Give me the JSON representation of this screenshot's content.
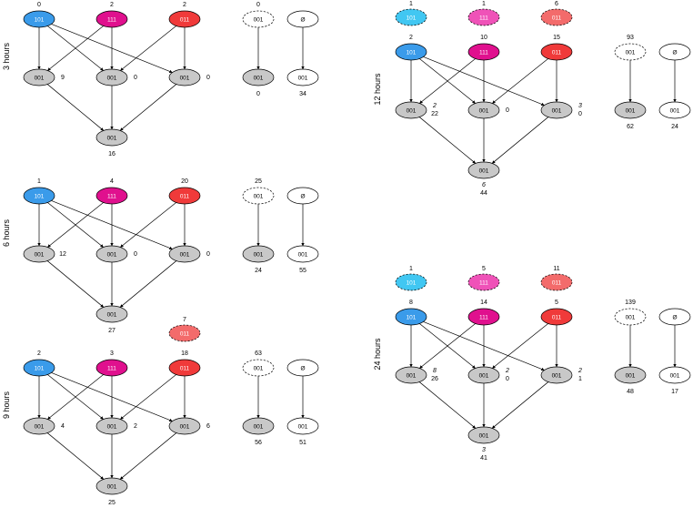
{
  "colors": {
    "blue": "#3a9bea",
    "magenta": "#e0108e",
    "red": "#f03a3a",
    "gray": "#c8c8c8",
    "white": "#ffffff",
    "cyan_light": "#41c7f2",
    "magenta_light": "#ef52b8",
    "red_light": "#f36b6b"
  },
  "node_labels": {
    "n101": "101",
    "n111": "111",
    "n011": "011",
    "n001": "001",
    "empty": "Ø"
  },
  "panels": [
    {
      "id": "3h",
      "title": "3 hours",
      "top_counts": [
        "0",
        "2",
        "2"
      ],
      "mid_counts": [
        {
          "italic": "",
          "value": "9"
        },
        {
          "italic": "",
          "value": "0"
        },
        {
          "italic": "",
          "value": "0"
        }
      ],
      "bottom": {
        "italic": "",
        "value": "16"
      },
      "side_top_counts": [
        "0",
        ""
      ],
      "side_bottom_counts": [
        "0",
        "34"
      ],
      "dashed_row": []
    },
    {
      "id": "6h",
      "title": "6 hours",
      "top_counts": [
        "1",
        "4",
        "20"
      ],
      "mid_counts": [
        {
          "italic": "",
          "value": "12"
        },
        {
          "italic": "",
          "value": "0"
        },
        {
          "italic": "",
          "value": "0"
        }
      ],
      "bottom": {
        "italic": "",
        "value": "27"
      },
      "side_top_counts": [
        "25",
        ""
      ],
      "side_bottom_counts": [
        "24",
        "55"
      ],
      "dashed_row": []
    },
    {
      "id": "9h",
      "title": "9 hours",
      "top_counts": [
        "2",
        "3",
        "18"
      ],
      "mid_counts": [
        {
          "italic": "",
          "value": "4"
        },
        {
          "italic": "",
          "value": "2"
        },
        {
          "italic": "",
          "value": "6"
        }
      ],
      "bottom": {
        "italic": "",
        "value": "25"
      },
      "side_top_counts": [
        "63",
        ""
      ],
      "side_bottom_counts": [
        "56",
        "51"
      ],
      "dashed_row": [
        {
          "count": "",
          "color": ""
        },
        {
          "count": "",
          "color": ""
        },
        {
          "count": "7",
          "color": "red_light"
        }
      ]
    },
    {
      "id": "12h",
      "title": "12 hours",
      "top_counts": [
        "2",
        "10",
        "15"
      ],
      "mid_counts": [
        {
          "italic": "2",
          "value": "22"
        },
        {
          "italic": "",
          "value": "0"
        },
        {
          "italic": "3",
          "value": "0"
        }
      ],
      "bottom": {
        "italic": "6",
        "value": "44"
      },
      "side_top_counts": [
        "93",
        ""
      ],
      "side_bottom_counts": [
        "62",
        "24"
      ],
      "dashed_row": [
        {
          "count": "1",
          "color": "cyan_light"
        },
        {
          "count": "1",
          "color": "magenta_light"
        },
        {
          "count": "6",
          "color": "red_light"
        }
      ]
    },
    {
      "id": "24h",
      "title": "24 hours",
      "top_counts": [
        "8",
        "14",
        "5"
      ],
      "mid_counts": [
        {
          "italic": "8",
          "value": "26"
        },
        {
          "italic": "2",
          "value": "0"
        },
        {
          "italic": "2",
          "value": "1"
        }
      ],
      "bottom": {
        "italic": "3",
        "value": "41"
      },
      "side_top_counts": [
        "139",
        ""
      ],
      "side_bottom_counts": [
        "48",
        "17"
      ],
      "dashed_row": [
        {
          "count": "1",
          "color": "cyan_light"
        },
        {
          "count": "5",
          "color": "magenta_light"
        },
        {
          "count": "11",
          "color": "red_light"
        }
      ]
    }
  ]
}
